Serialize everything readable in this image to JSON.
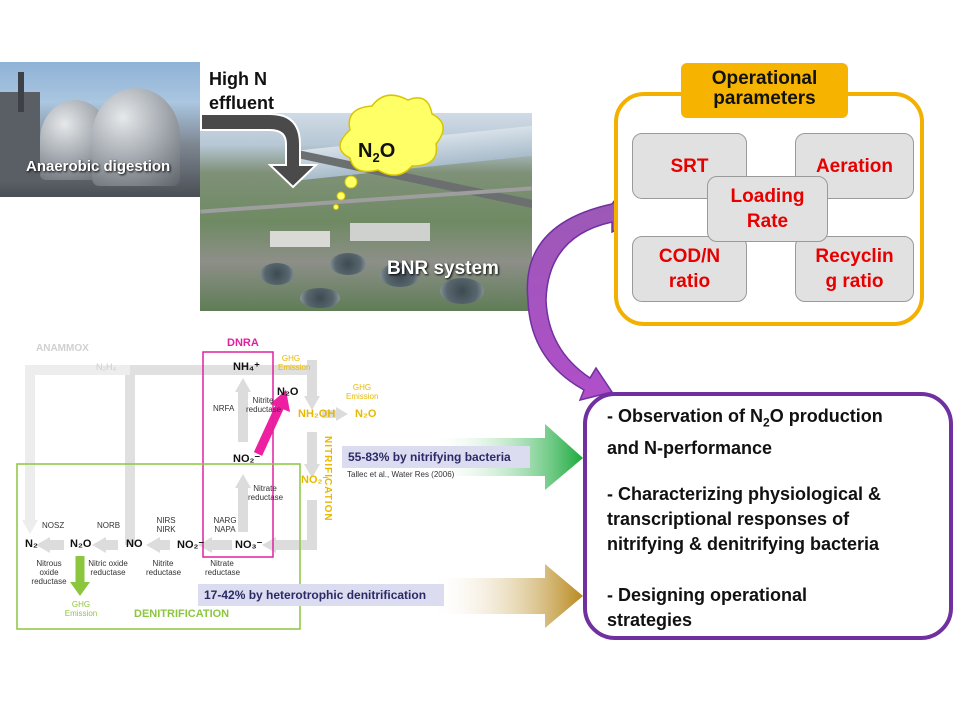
{
  "photos": {
    "digester_label": "Anaerobic digestion",
    "bnr_label": "BNR system"
  },
  "flow": {
    "effluent_label_line1": "High N",
    "effluent_label_line2": "effluent",
    "cloud": {
      "main": "N",
      "sub": "2",
      "tail": "O"
    }
  },
  "operational": {
    "title_line1": "Operational",
    "title_line2": "parameters",
    "params": [
      {
        "line1": "SRT",
        "line2": ""
      },
      {
        "line1": "Aeration",
        "line2": ""
      },
      {
        "line1": "Loading",
        "line2": "Rate"
      },
      {
        "line1": "COD/N",
        "line2": "ratio"
      },
      {
        "line1": "Recyclin",
        "line2": "g ratio"
      }
    ]
  },
  "outcomes": {
    "item1": {
      "pre": "- Observation of N",
      "sub": "2",
      "post": "O production",
      "line2": "and N-performance"
    },
    "item2": {
      "line1": "- Characterizing physiological &",
      "line2": "transcriptional responses of",
      "line3": "nitrifying  & denitrifying bacteria"
    },
    "item3": {
      "line1": "- Designing operational",
      "line2": "strategies"
    }
  },
  "cycle": {
    "anammox": "ANAMMOX",
    "n2h4": "N₂H₄",
    "dnra": "DNRA",
    "nh4": "NH₄⁺",
    "nrfa": "NRFA",
    "nitrite_reductase": "Nitrite reductase",
    "ghg_emission": "GHG Emission",
    "n2o": "N₂O",
    "nh2oh": "NH₂OH",
    "no2": "NO₂⁻",
    "no3": "NO₃⁻",
    "nitrate_reductase": "Nitrate reductase",
    "nitrification": "NITRIFICATION",
    "denitrification": "DENITRIFICATION",
    "n2": "N₂",
    "no": "NO",
    "nosz": "NOSZ",
    "norb": "NORB",
    "nirs_nirk": "NIRS NIRK",
    "narg_napa": "NARG NAPA",
    "nitrous_oxide_reductase": "Nitrous oxide reductase",
    "nitric_oxide_reductase": "Nitric oxide reductase",
    "callout_nitrifying": "55-83% by nitrifying bacteria",
    "citation": "Tallec et al., Water Res (2006)",
    "callout_denitrification": "17-42% by heterotrophic denitrification"
  },
  "colors": {
    "operational_border": "#f3b000",
    "outcome_border": "#7030a0",
    "param_text": "#e60000",
    "dnra": "#e0209e",
    "nitrification": "#e8b800",
    "denitrification": "#8cc63f"
  }
}
